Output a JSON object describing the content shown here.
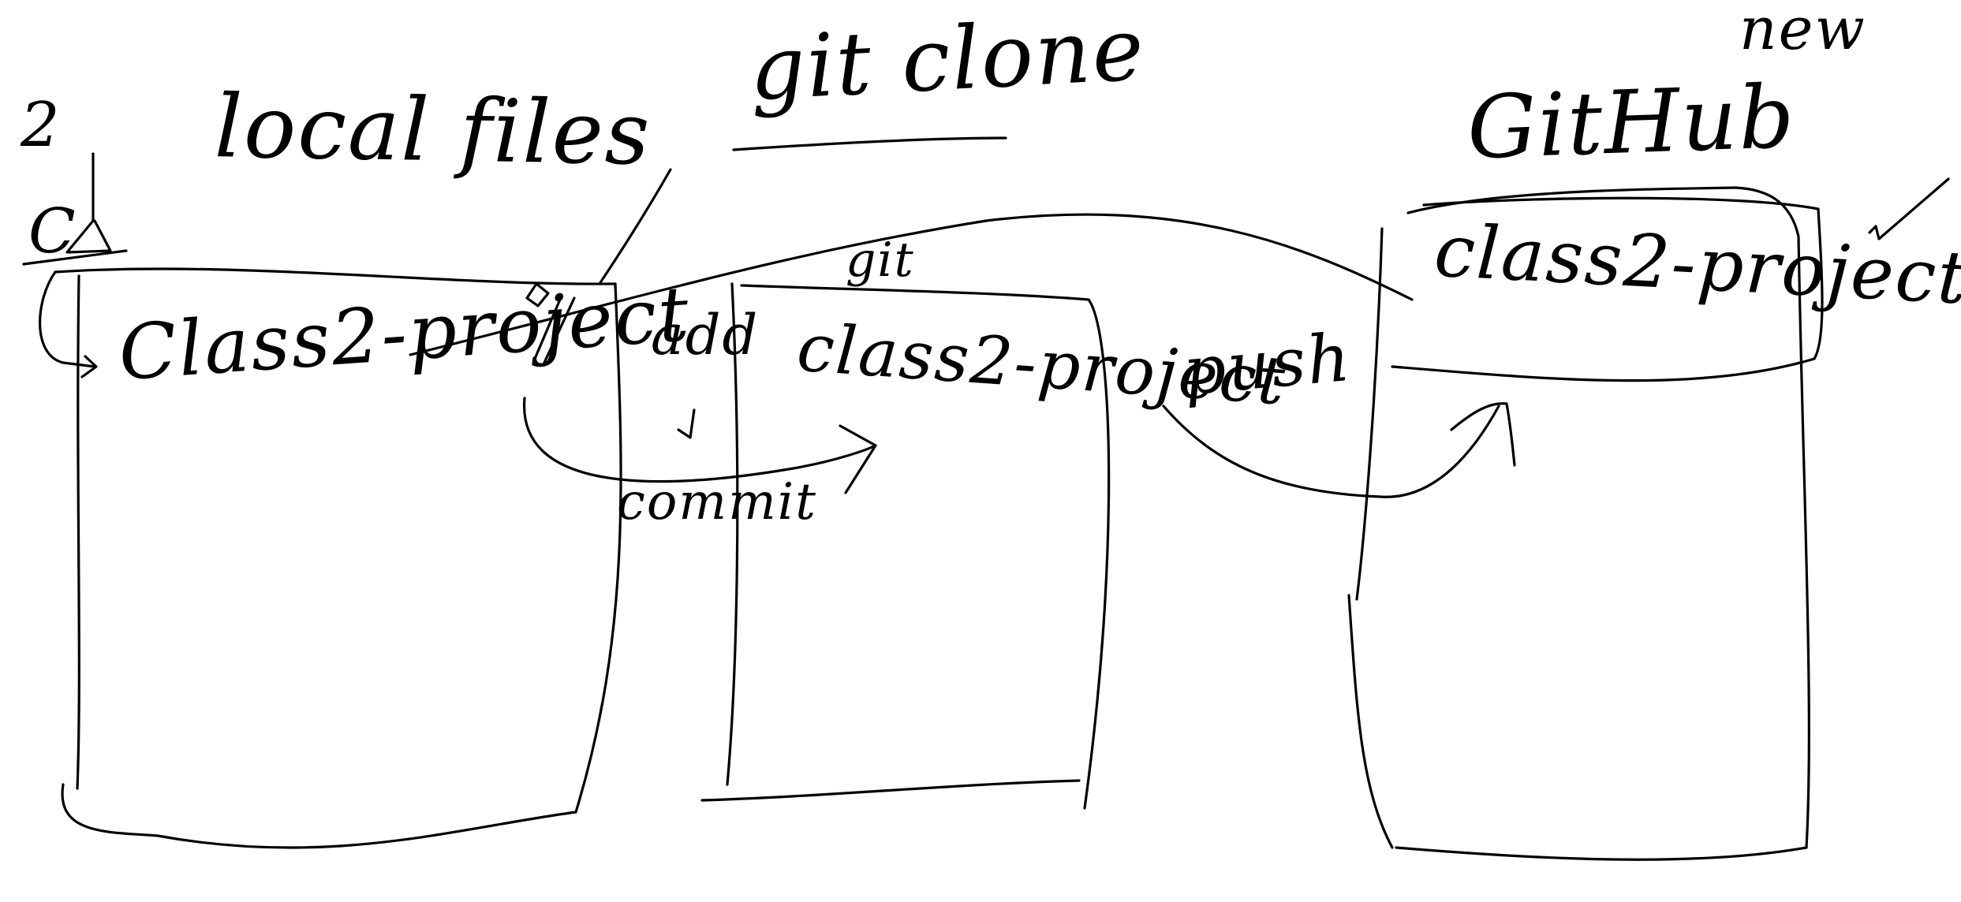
{
  "whiteboard": {
    "number": "2",
    "c_label": "C",
    "local_files": "local files",
    "git_clone": "git clone",
    "github": "GitHub",
    "project_local": "Class2-project",
    "project_staging": "class2-project",
    "project_remote": "class2-project",
    "add": "add",
    "git": "git",
    "commit": "commit",
    "push": "push",
    "new_repo": "new"
  }
}
